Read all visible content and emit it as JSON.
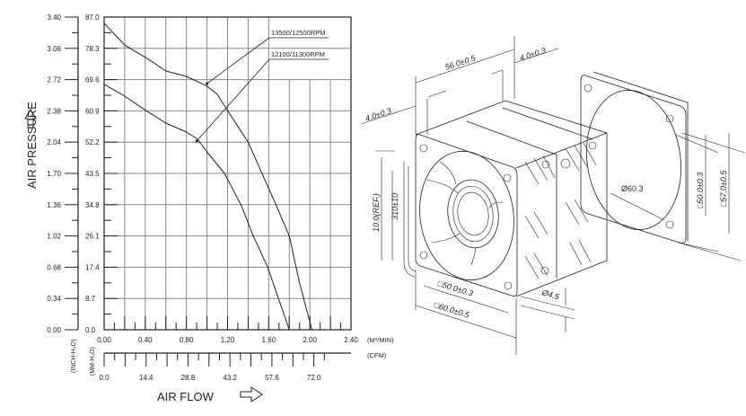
{
  "chart_data": {
    "type": "line",
    "title": "",
    "xlabel": "AIR FLOW",
    "ylabel": "AIR PRESSURE",
    "x_units": "(M³/MIN)",
    "x2_units": "(CFM)",
    "y_units": "(INCH-H₂O)",
    "y2_units": "(MM-H₂O)",
    "xlim": [
      0,
      2.4
    ],
    "ylim": [
      0,
      87.0
    ],
    "grid": true,
    "x_ticks": [
      "0.00",
      "0.40",
      "0.80",
      "1.20",
      "1.60",
      "2.00",
      "2.40"
    ],
    "x2_ticks": [
      "0.0",
      "14.4",
      "28.8",
      "43.2",
      "57.6",
      "72.0"
    ],
    "y_ticks_inch": [
      "0.00",
      "0.34",
      "0.68",
      "1.02",
      "1.36",
      "1.70",
      "2.04",
      "2.38",
      "2.72",
      "3.06",
      "3.40"
    ],
    "y_ticks_mm": [
      "0.0",
      "8.7",
      "17.4",
      "26.1",
      "34.8",
      "43.5",
      "52.2",
      "60.9",
      "69.6",
      "78.3",
      "87.0"
    ],
    "series": [
      {
        "name": "13500/12500RPM",
        "x": [
          0,
          0.2,
          0.44,
          0.6,
          0.8,
          1.0,
          1.1,
          1.2,
          1.4,
          1.67,
          1.8,
          1.9,
          2.02
        ],
        "y": [
          85.3,
          79.2,
          75.1,
          72.0,
          70.5,
          67.8,
          65.5,
          61.0,
          52.2,
          34.8,
          26.1,
          13.0,
          0
        ]
      },
      {
        "name": "12100/11300RPM",
        "x": [
          0,
          0.2,
          0.4,
          0.6,
          0.8,
          0.91,
          1.0,
          1.17,
          1.33,
          1.45,
          1.59,
          1.8
        ],
        "y": [
          68.3,
          65.0,
          61.1,
          57.5,
          55.0,
          53.0,
          49.5,
          43.5,
          34.8,
          26.1,
          17.4,
          0
        ]
      }
    ]
  },
  "drawing": {
    "dimensions": {
      "depth": "56.0±0.5",
      "flange_right": "4.0±0.3",
      "flange_left": "4.0±0.3",
      "lead_ref": "10.0(REF.)",
      "lead_length": "310±10",
      "bore": "Ø60.3",
      "hole_pitch_v": "□50.0±0.3",
      "frame_v": "□57.0±0.5",
      "hole_pitch_h": "□50.0±0.3",
      "frame_h": "□60.0±0.5",
      "hole_dia": "Ø4.5"
    }
  }
}
